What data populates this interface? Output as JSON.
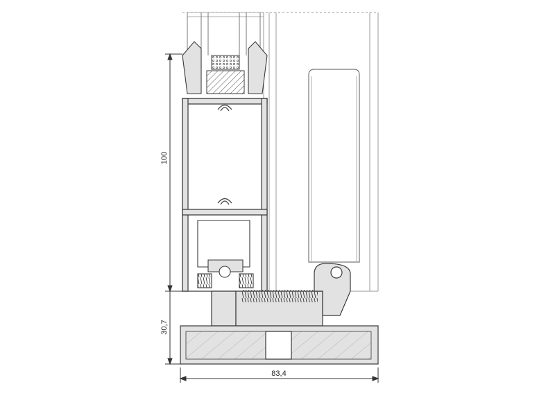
{
  "drawing": {
    "dimensions": {
      "frame_height": "100",
      "sill_height": "30,7",
      "profile_width": "83,4"
    }
  },
  "colors": {
    "profile_fill": "#e2e2e2",
    "line": "#3a3a3a",
    "background": "#ffffff"
  }
}
